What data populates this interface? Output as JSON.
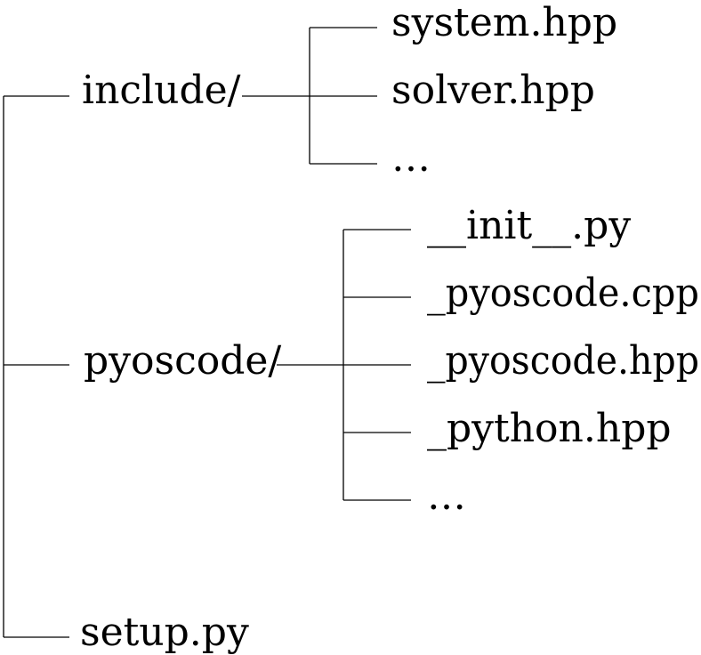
{
  "tree": {
    "root_children": [
      {
        "label": "include/",
        "children": [
          "system.hpp",
          "solver.hpp",
          "…"
        ]
      },
      {
        "label": "pyoscode/",
        "children": [
          "__init__.py",
          "_pyoscode.cpp",
          "_pyoscode.hpp",
          "_python.hpp",
          "…"
        ]
      },
      {
        "label": "setup.py",
        "children": []
      }
    ]
  }
}
